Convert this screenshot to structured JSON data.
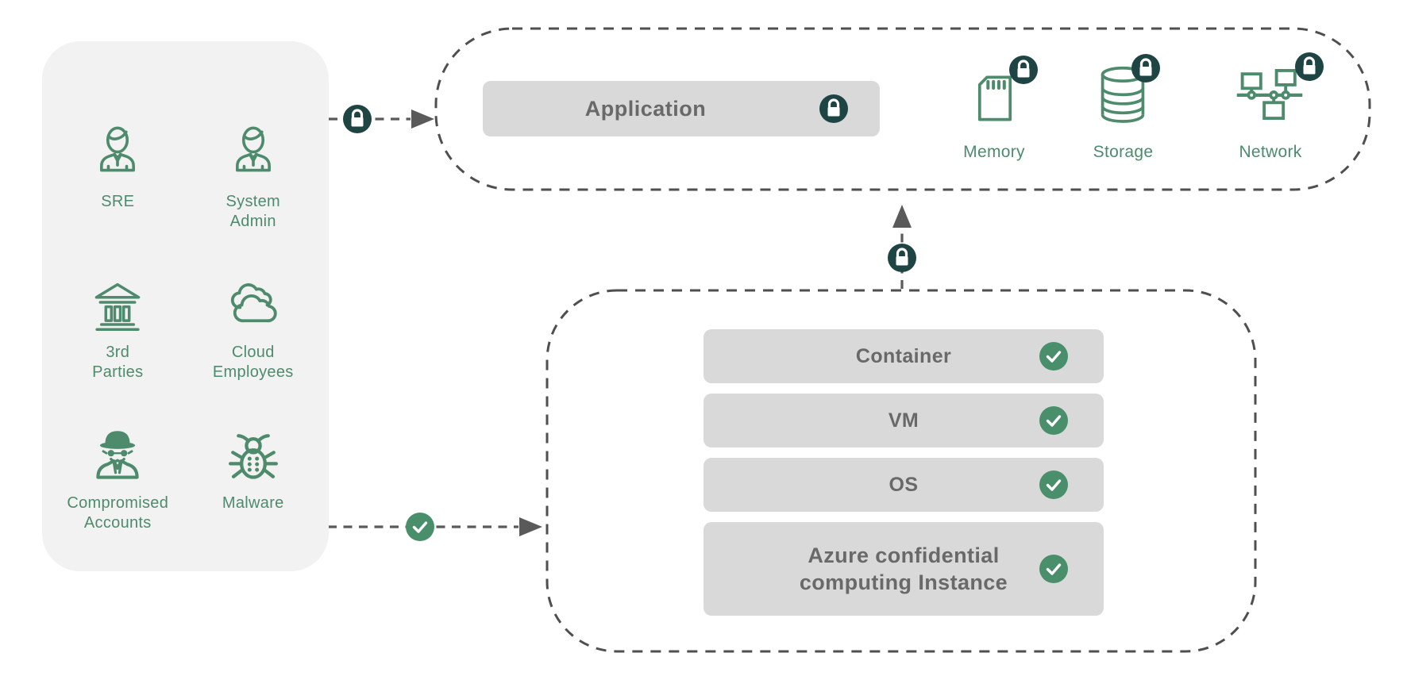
{
  "colors": {
    "icon_green": "#4e8b6c",
    "lock_badge_dark_teal": "#1e4443",
    "check_badge_green": "#4a8f6c",
    "box_gray": "#d9d9d9",
    "panel_gray": "#f2f2f2",
    "label_text_gray": "#696969"
  },
  "threat_panel": {
    "items": [
      {
        "label": "SRE",
        "icon": "person-icon"
      },
      {
        "label": "System Admin",
        "icon": "person-icon"
      },
      {
        "label": "3rd Parties",
        "icon": "bank-icon"
      },
      {
        "label": "Cloud Employees",
        "icon": "clouds-icon"
      },
      {
        "label": "Compromised Accounts",
        "icon": "spy-icon"
      },
      {
        "label": "Malware",
        "icon": "bug-icon"
      }
    ]
  },
  "application_zone": {
    "application": {
      "label": "Application",
      "badge": "lock-icon"
    },
    "resources": [
      {
        "label": "Memory",
        "icon": "memory-card-icon",
        "badge": "lock-icon"
      },
      {
        "label": "Storage",
        "icon": "database-icon",
        "badge": "lock-icon"
      },
      {
        "label": "Network",
        "icon": "network-icon",
        "badge": "lock-icon"
      }
    ]
  },
  "stack_zone": {
    "layers": [
      {
        "label": "Container",
        "badge": "check-icon"
      },
      {
        "label": "VM",
        "badge": "check-icon"
      },
      {
        "label": "OS",
        "badge": "check-icon"
      },
      {
        "label": "Azure confidential computing Instance",
        "badge": "check-icon"
      }
    ]
  },
  "connectors": [
    {
      "from": "threat-actors-panel",
      "to": "application-zone",
      "badge": "lock-icon"
    },
    {
      "from": "threat-actors-panel",
      "to": "stack-zone",
      "badge": "check-icon"
    },
    {
      "from": "stack-zone",
      "to": "application-zone",
      "badge": "lock-icon"
    }
  ]
}
